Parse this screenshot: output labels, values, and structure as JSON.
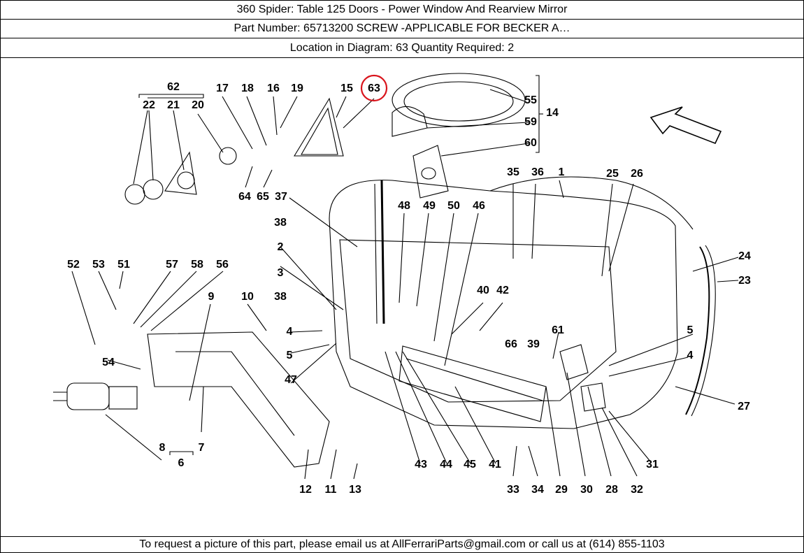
{
  "header": {
    "title": "360 Spider:   Table 125 Doors - Power Window And Rearview Mirror",
    "part_number": "Part Number: 65713200   SCREW -APPLICABLE FOR BECKER A…",
    "location": "Location in Diagram: 63   Quantity Required: 2"
  },
  "diagram": {
    "highlighted_callout": "63",
    "highlight_color": "#d9141c",
    "callouts": [
      "62",
      "22",
      "21",
      "20",
      "17",
      "18",
      "16",
      "19",
      "15",
      "63",
      "55",
      "14",
      "59",
      "60",
      "64",
      "65",
      "37",
      "35",
      "36",
      "1",
      "25",
      "26",
      "48",
      "49",
      "50",
      "46",
      "38",
      "2",
      "24",
      "23",
      "52",
      "53",
      "51",
      "57",
      "58",
      "56",
      "3",
      "9",
      "10",
      "38",
      "40",
      "42",
      "4",
      "5",
      "66",
      "39",
      "61",
      "5",
      "4",
      "54",
      "47",
      "43",
      "44",
      "45",
      "41",
      "33",
      "34",
      "29",
      "30",
      "28",
      "32",
      "31",
      "27",
      "8",
      "6",
      "7",
      "12",
      "11",
      "13"
    ]
  },
  "footer": {
    "text": "To request a picture of this part, please email us at AllFerrariParts@gmail.com or call us at (614) 855-1103"
  }
}
